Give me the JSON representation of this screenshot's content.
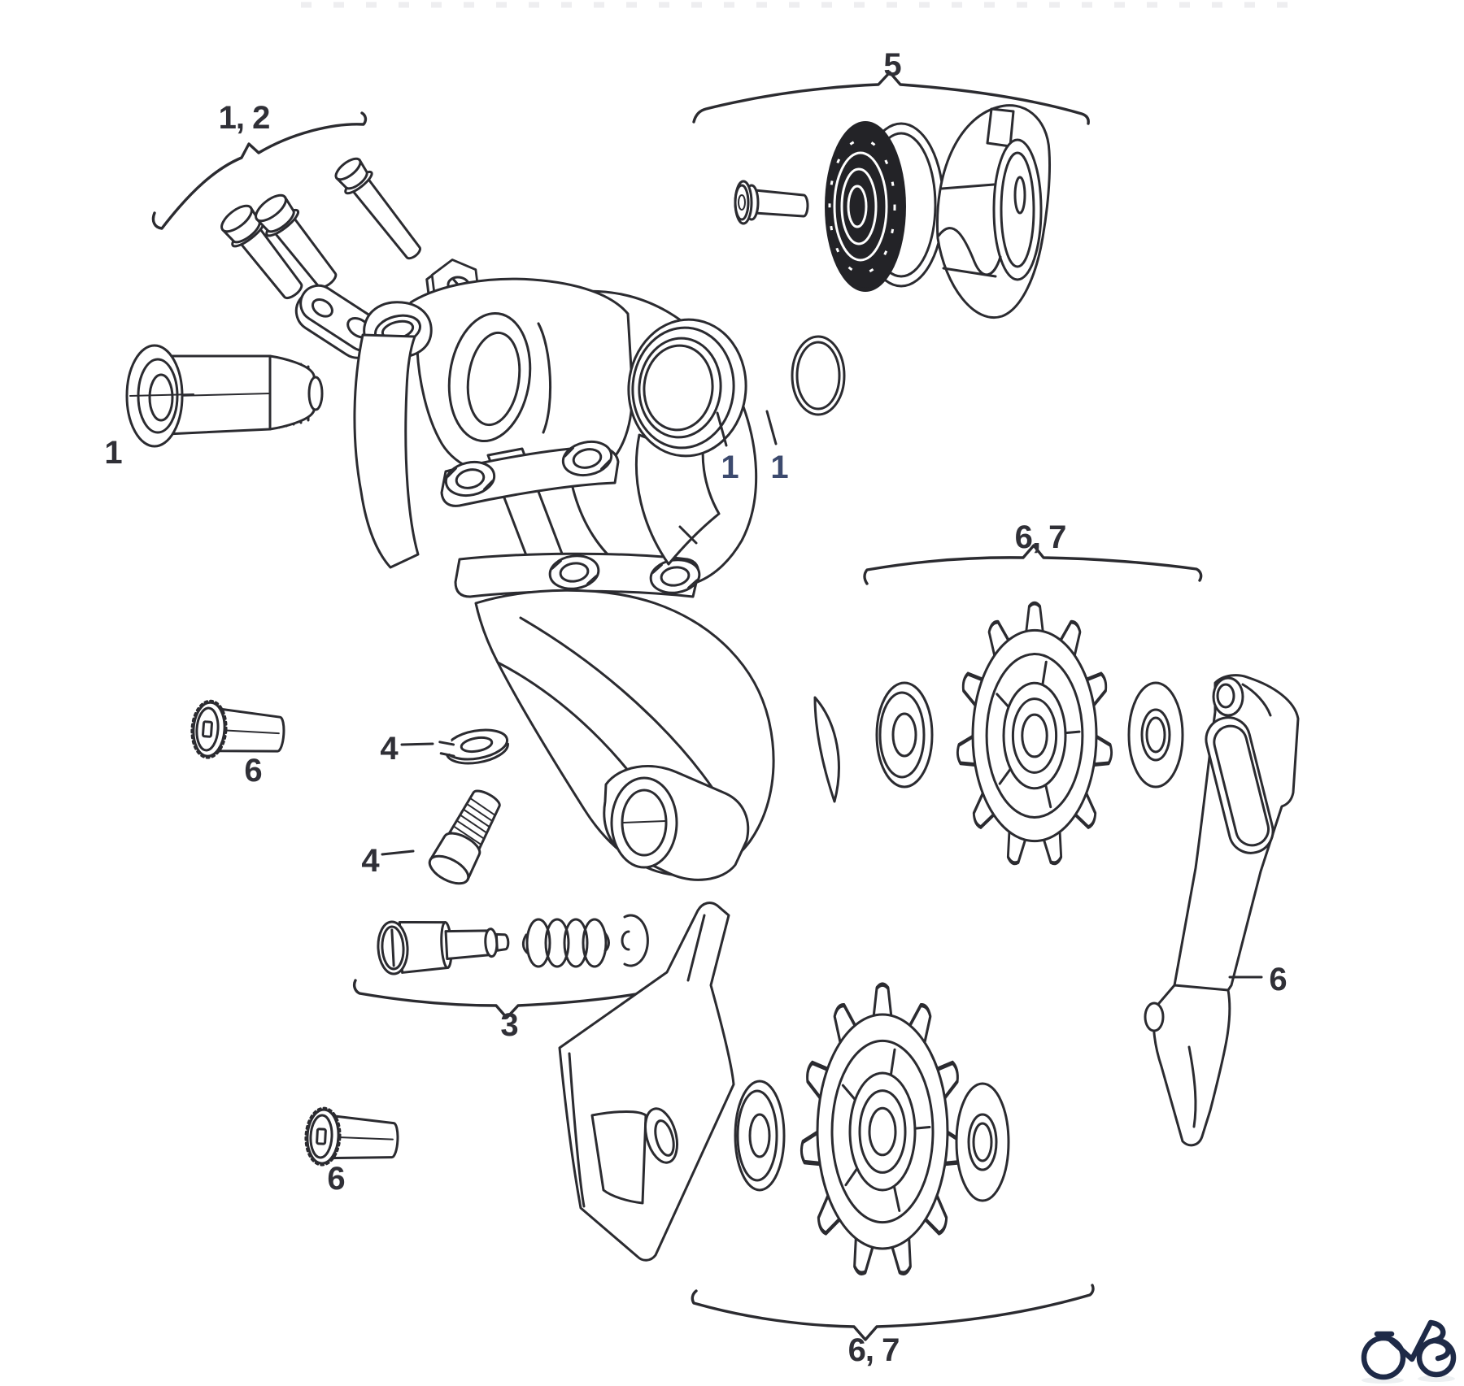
{
  "diagram": {
    "callouts": {
      "group_1_2": "1, 2",
      "bolt_1": "1",
      "hanger_1": "1",
      "oring_1": "1",
      "group_5": "5",
      "upper_pulley_6_7": "6, 7",
      "washer_4": "4",
      "screw_4": "4",
      "upper_pulley_bolt_6": "6",
      "spring_group_3": "3",
      "lower_pulley_bolt_6": "6",
      "inner_cage_6": "6",
      "lower_pulley_6_7": "6, 7"
    },
    "colors": {
      "line": "#2b2b30",
      "label": "#303037",
      "label_accent": "#3c4a6e",
      "dark_fill": "#232327",
      "logo": "#1e2a47",
      "background": "#ffffff"
    },
    "logo": "bicycle-logo"
  }
}
